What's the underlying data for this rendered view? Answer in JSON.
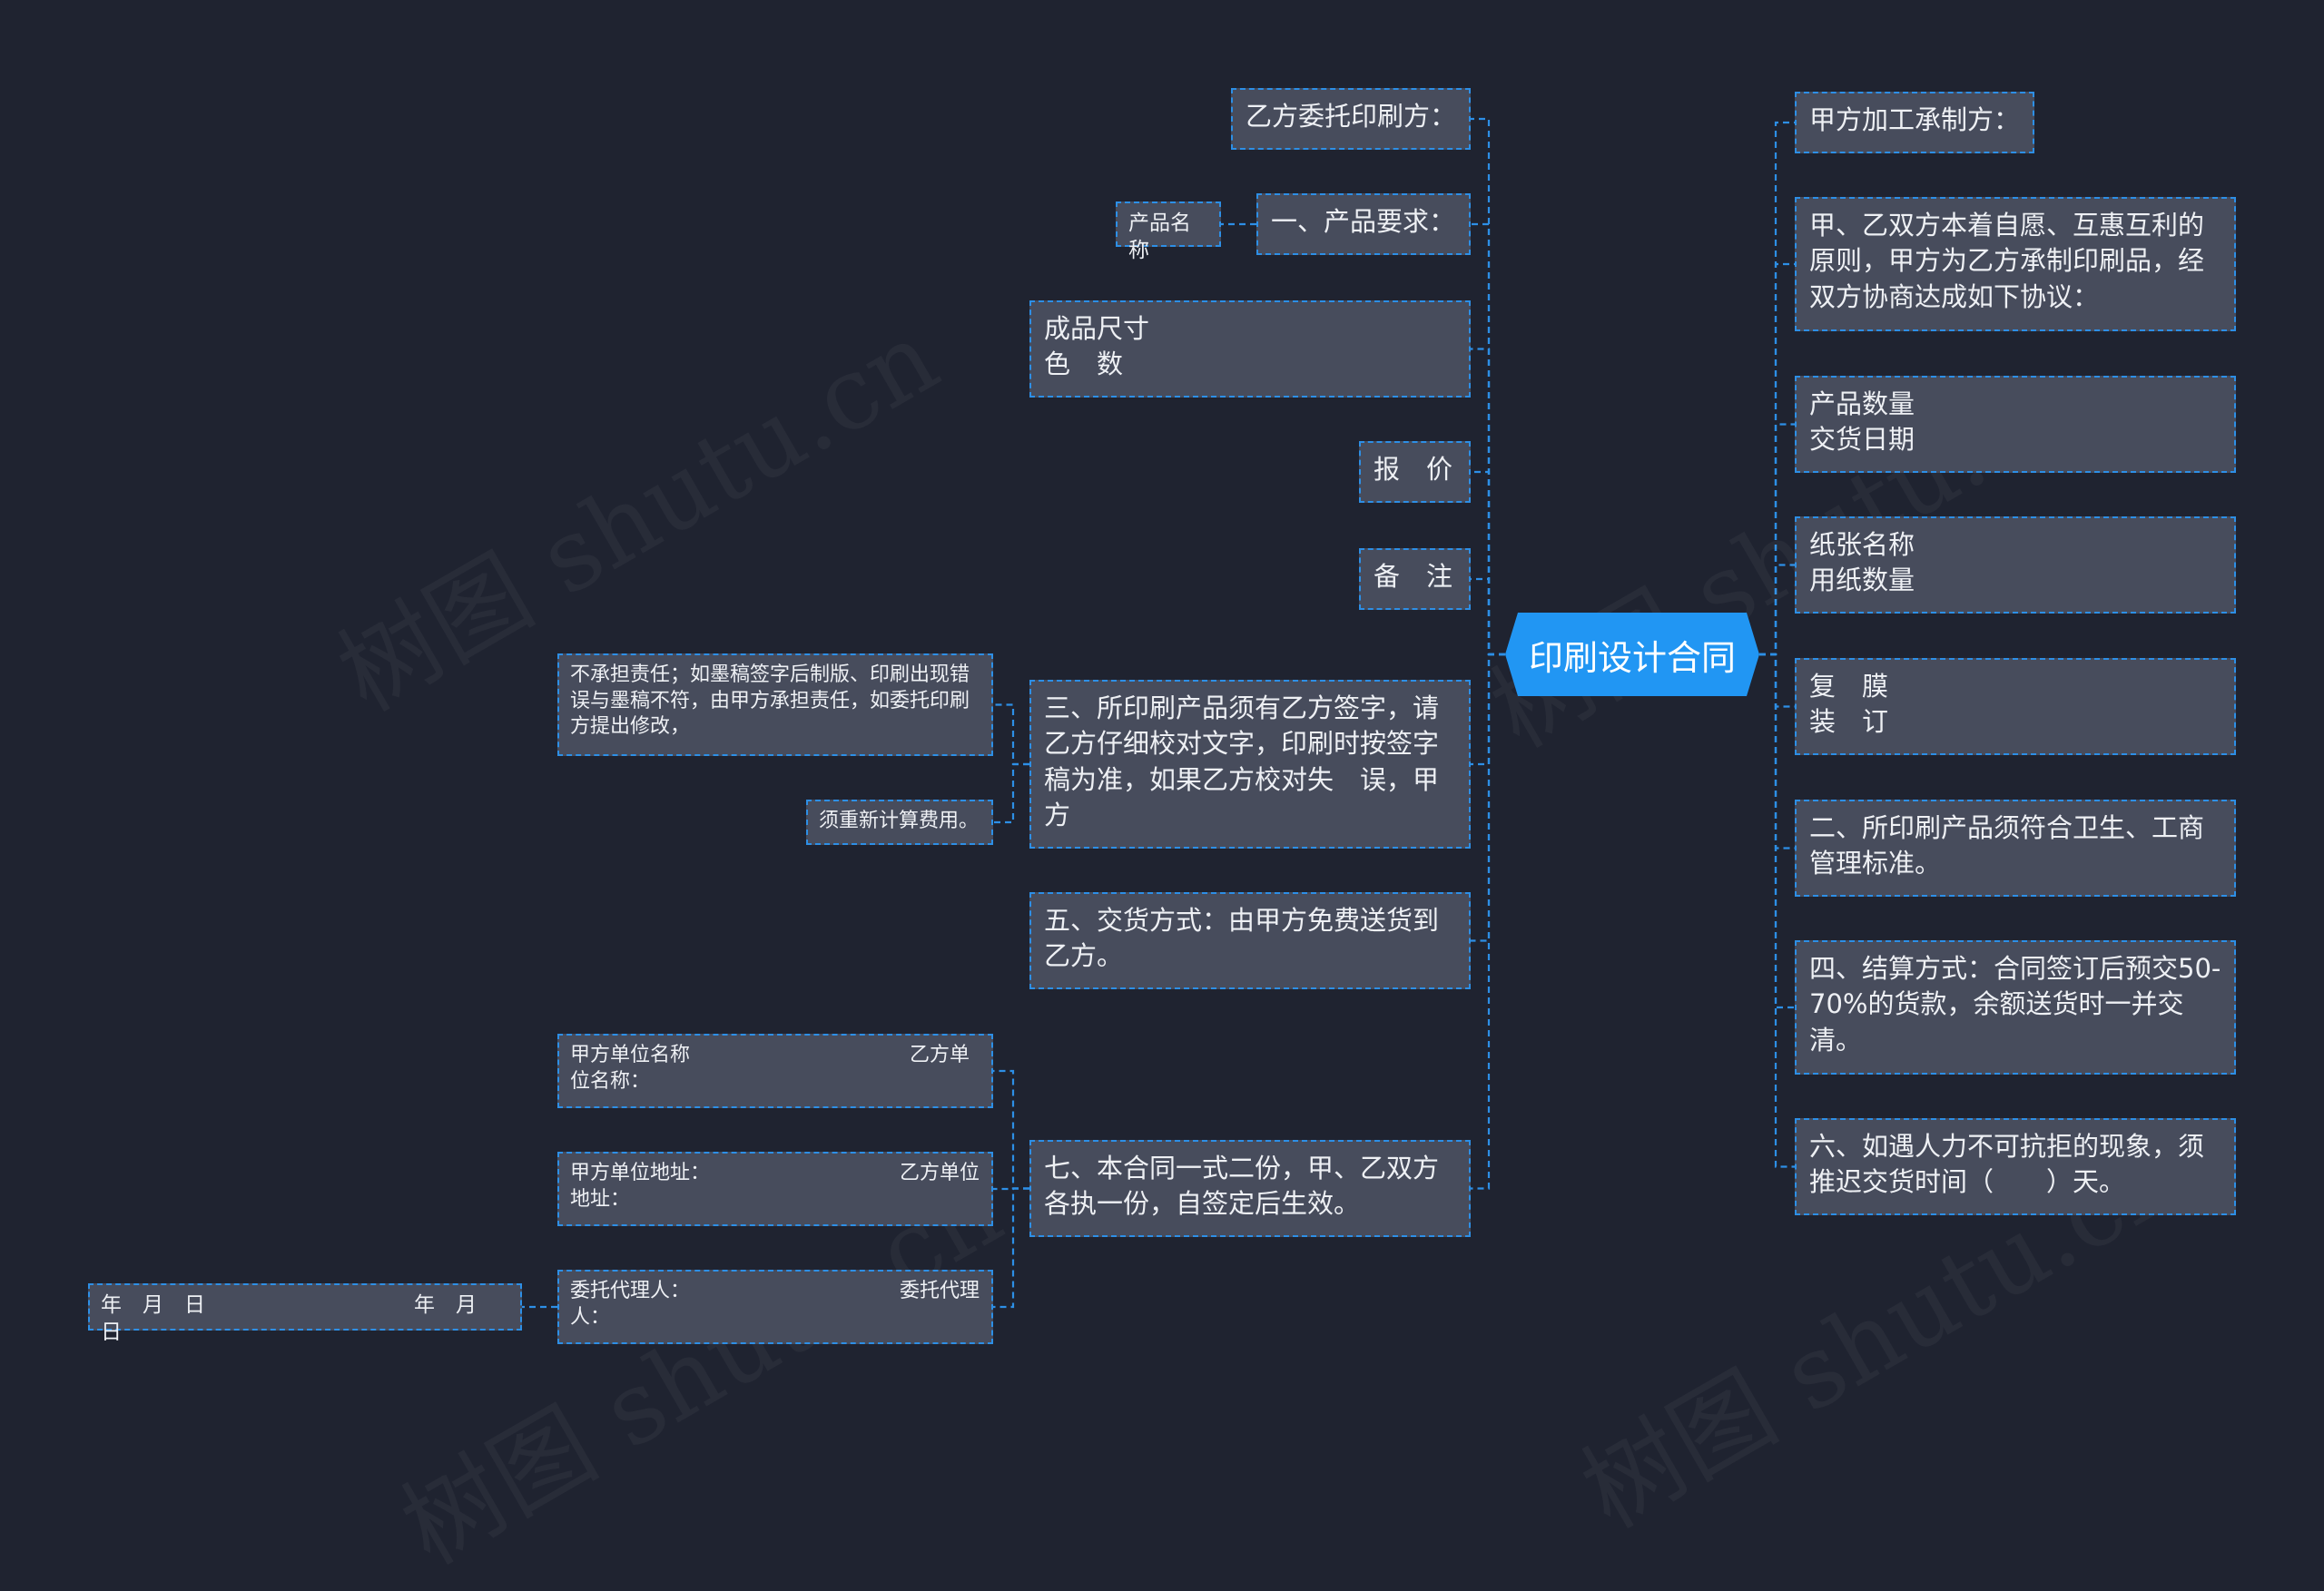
{
  "root": {
    "label": "印刷设计合同"
  },
  "left_nodes": [
    {
      "id": "L1",
      "label": "乙方委托印刷方："
    },
    {
      "id": "L2",
      "label": "一、产品要求：",
      "children": [
        {
          "id": "L2a",
          "label": "产品名称"
        }
      ]
    },
    {
      "id": "L3",
      "label": "成品尺寸\n色　数"
    },
    {
      "id": "L4",
      "label": "报　价"
    },
    {
      "id": "L5",
      "label": "备　注"
    },
    {
      "id": "L6",
      "label": "三、所印刷产品须有乙方签字，请乙方仔细校对文字，印刷时按签字稿为准，如果乙方校对失　误，甲方",
      "children": [
        {
          "id": "L6a",
          "label": "不承担责任；如墨稿签字后制版、印刷出现错误与墨稿不符，由甲方承担责任，如委托印刷方提出修改，"
        },
        {
          "id": "L6b",
          "label": "须重新计算费用。"
        }
      ]
    },
    {
      "id": "L7",
      "label": "五、交货方式：由甲方免费送货到乙方。"
    },
    {
      "id": "L8",
      "label": "七、本合同一式二份，甲、乙双方各执一份，自签定后生效。",
      "children": [
        {
          "id": "L8a",
          "label": "甲方单位名称　　　　　　　　　　　乙方单位名称："
        },
        {
          "id": "L8b",
          "label": "甲方单位地址：　　　　　　　　　　乙方单位地址："
        },
        {
          "id": "L8c",
          "label": "委托代理人：　　　　　　　　　　　委托代理人：",
          "children": [
            {
              "id": "L8c1",
              "label": "年　月　日　　　　　　　　　　年　月　日"
            }
          ]
        }
      ]
    }
  ],
  "right_nodes": [
    {
      "id": "R1",
      "label": "甲方加工承制方："
    },
    {
      "id": "R2",
      "label": "甲、乙双方本着自愿、互惠互利的原则，甲方为乙方承制印刷品，经双方协商达成如下协议："
    },
    {
      "id": "R3",
      "label": "产品数量\n交货日期"
    },
    {
      "id": "R4",
      "label": "纸张名称\n用纸数量"
    },
    {
      "id": "R5",
      "label": "复　膜\n装　订"
    },
    {
      "id": "R6",
      "label": "二、所印刷产品须符合卫生、工商管理标准。"
    },
    {
      "id": "R7",
      "label": "四、结算方式：合同签订后预交50-70%的货款，余额送货时一并交清。"
    },
    {
      "id": "R8",
      "label": "六、如遇人力不可抗拒的现象，须推迟交货时间（　　）天。"
    }
  ],
  "colors": {
    "background": "#1f2330",
    "node_fill": "#474c5c",
    "link": "#2d8fe6",
    "root_fill": "#2196f3"
  }
}
